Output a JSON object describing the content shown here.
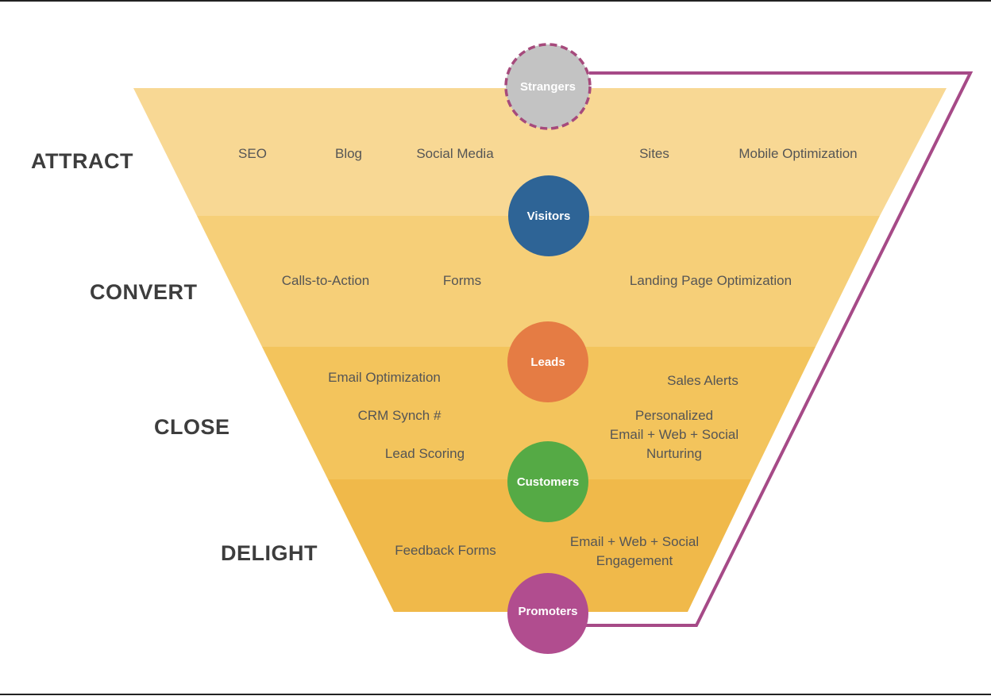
{
  "stages": [
    "ATTRACT",
    "CONVERT",
    "CLOSE",
    "DELIGHT"
  ],
  "tactics": {
    "attract": [
      "SEO",
      "Blog",
      "Social Media",
      "Sites",
      "Mobile Optimization"
    ],
    "convert": [
      "Calls-to-Action",
      "Forms",
      "Landing Page Optimization"
    ],
    "close": [
      "Email Optimization",
      "CRM Synch #",
      "Lead Scoring",
      "Sales Alerts",
      "Personalized",
      "Email + Web + Social",
      "Nurturing"
    ],
    "delight": [
      "Feedback Forms",
      "Email + Web + Social",
      "Engagement"
    ]
  },
  "audiences": [
    "Strangers",
    "Visitors",
    "Leads",
    "Customers",
    "Promoters"
  ],
  "colors": {
    "band_attract": "#f8d894",
    "band_convert": "#f6cf78",
    "band_close": "#f3c45c",
    "band_delight": "#f0b94a",
    "strangers": "#c3c3c3",
    "strangers_border": "#a64a7c",
    "visitors": "#2e6496",
    "leads": "#e57c44",
    "customers": "#55aa45",
    "promoters": "#b14d8f",
    "loop_line": "#a64a87",
    "stage_text": "#3d3d3d",
    "tactic_text": "#555555"
  }
}
